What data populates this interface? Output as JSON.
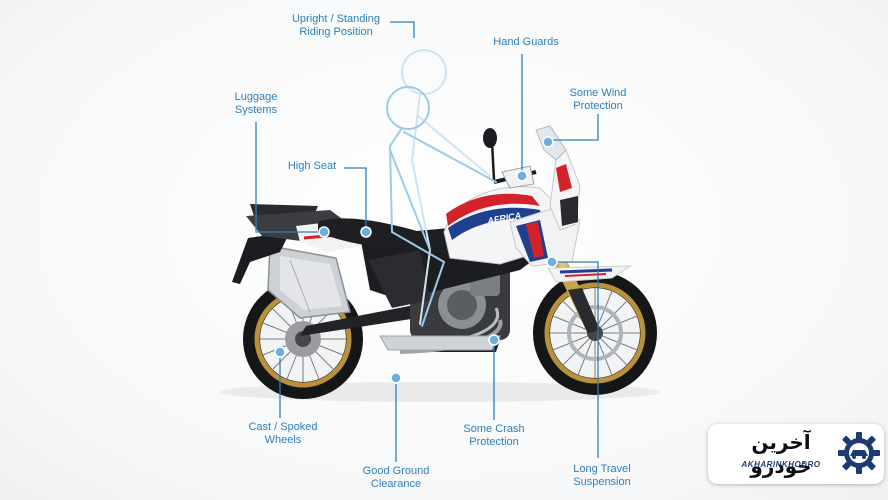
{
  "labels": {
    "riding_position": {
      "line1": "Upright / Standing",
      "line2": "Riding Position"
    },
    "hand_guards": {
      "line1": "Hand Guards"
    },
    "luggage_systems": {
      "line1": "Luggage",
      "line2": "Systems"
    },
    "wind_protection": {
      "line1": "Some Wind",
      "line2": "Protection"
    },
    "high_seat": {
      "line1": "High Seat"
    },
    "wheels": {
      "line1": "Cast / Spoked",
      "line2": "Wheels"
    },
    "crash_protection": {
      "line1": "Some Crash",
      "line2": "Protection"
    },
    "ground_clearance": {
      "line1": "Good Ground",
      "line2": "Clearance"
    },
    "suspension": {
      "line1": "Long Travel",
      "line2": "Suspension"
    }
  },
  "logo": {
    "text_fa": "آخرین خودرو",
    "text_en": "AKHARINKHODRO"
  },
  "colors": {
    "accent": "#2f7fba",
    "callout_dot": "#6aaee0",
    "bike_white": "#f4f5f7",
    "bike_red": "#d2232a",
    "bike_blue": "#1f3f8f",
    "rim_gold": "#b8923a",
    "frame_dark": "#1c1d20",
    "rider_line": "#9ccbe8"
  }
}
